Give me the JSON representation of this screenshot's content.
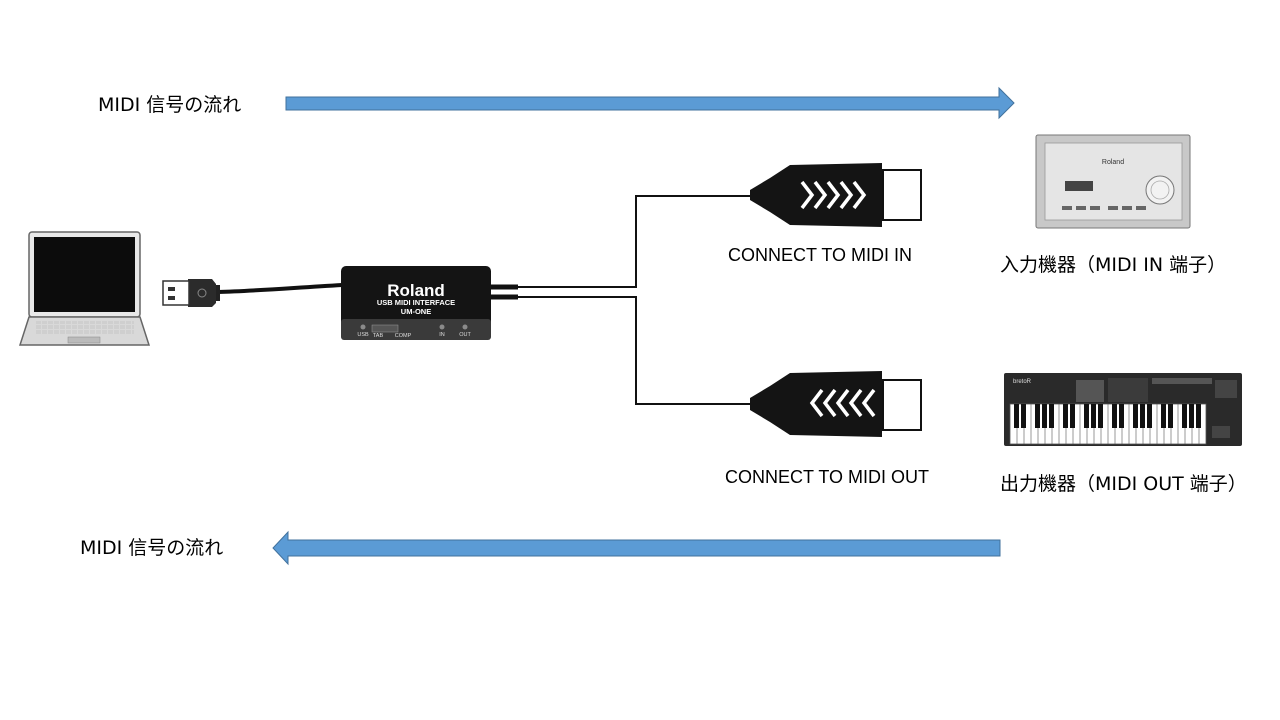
{
  "signal_flow_top": {
    "label": "MIDI 信号の流れ"
  },
  "signal_flow_bottom": {
    "label": "MIDI 信号の流れ"
  },
  "interface": {
    "brand": "Roland",
    "line1": "USB MIDI INTERFACE",
    "line2": "UM-ONE",
    "led_usb": "USB",
    "switch_tab": "TAB",
    "switch_comp": "COMP",
    "led_in": "IN",
    "led_out": "OUT"
  },
  "connector_in": {
    "caption": "CONNECT TO MIDI IN"
  },
  "connector_out": {
    "caption": "CONNECT TO MIDI OUT"
  },
  "input_device": {
    "caption": "入力機器（MIDI IN 端子）",
    "brand": "Roland"
  },
  "output_device": {
    "caption": "出力機器（MIDI OUT 端子）",
    "brand": "bretoR"
  },
  "colors": {
    "arrow": "#5b9bd5",
    "arrow_edge": "#41719c",
    "cable": "#111111"
  }
}
